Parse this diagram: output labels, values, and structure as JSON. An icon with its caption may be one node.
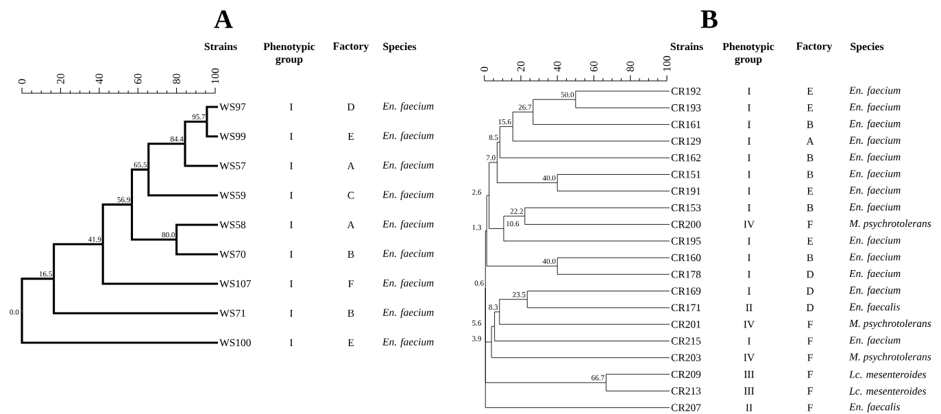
{
  "diagram": {
    "nodes": [
      {
        "text": [
          "WS97"
        ]
      },
      {
        "text": [
          "WS99"
        ]
      },
      {
        "text": [
          "WS57"
        ]
      },
      {
        "text": [
          "WS59"
        ]
      },
      {
        "text": [
          "WS58"
        ]
      },
      {
        "text": [
          "WS70"
        ]
      },
      {
        "text": [
          "WS107"
        ]
      },
      {
        "text": [
          "WS71"
        ]
      },
      {
        "text": [
          "WS100"
        ]
      },
      {
        "text": [
          "95.7"
        ]
      },
      {
        "text": [
          "84.4"
        ]
      },
      {
        "text": [
          "65.5"
        ]
      },
      {
        "text": [
          "80.0"
        ]
      },
      {
        "text": [
          "56.9"
        ]
      },
      {
        "text": [
          "41.9"
        ]
      },
      {
        "text": [
          "16.5"
        ]
      },
      {
        "text": [
          "0.0"
        ]
      },
      {
        "text": [
          "CR192"
        ]
      },
      {
        "text": [
          "CR193"
        ]
      },
      {
        "text": [
          "CR161"
        ]
      },
      {
        "text": [
          "CR129"
        ]
      },
      {
        "text": [
          "CR162"
        ]
      },
      {
        "text": [
          "CR151"
        ]
      },
      {
        "text": [
          "CR191"
        ]
      },
      {
        "text": [
          "CR153"
        ]
      },
      {
        "text": [
          "CR200"
        ]
      },
      {
        "text": [
          "CR195"
        ]
      },
      {
        "text": [
          "CR160"
        ]
      },
      {
        "text": [
          "CR178"
        ]
      },
      {
        "text": [
          "CR169"
        ]
      },
      {
        "text": [
          "CR171"
        ]
      },
      {
        "text": [
          "CR201"
        ]
      },
      {
        "text": [
          "CR215"
        ]
      },
      {
        "text": [
          "CR203"
        ]
      },
      {
        "text": [
          "CR209"
        ]
      },
      {
        "text": [
          "CR213"
        ]
      },
      {
        "text": [
          "CR207"
        ]
      },
      {
        "text": [
          "50.0"
        ]
      },
      {
        "text": [
          "26.7"
        ]
      },
      {
        "text": [
          "15.6"
        ]
      },
      {
        "text": [
          "8.5"
        ]
      },
      {
        "text": [
          "40.0"
        ]
      },
      {
        "text": [
          "7.0"
        ]
      },
      {
        "text": [
          "22.2"
        ]
      },
      {
        "text": [
          "10.6"
        ]
      },
      {
        "text": [
          "2.6"
        ]
      },
      {
        "text": [
          "40.0"
        ]
      },
      {
        "text": [
          "1.3"
        ]
      },
      {
        "text": [
          "23.5"
        ]
      },
      {
        "text": [
          "8.3"
        ]
      },
      {
        "text": [
          "5.6"
        ]
      },
      {
        "text": [
          "3.9"
        ]
      },
      {
        "text": [
          "66.7"
        ]
      },
      {
        "text": [
          "0.6"
        ]
      }
    ],
    "edges": [
      {
        "from": 9,
        "to": 0,
        "arrow": "none",
        "style": "thick"
      },
      {
        "from": 9,
        "to": 1,
        "arrow": "none",
        "style": "thick"
      },
      {
        "from": 10,
        "to": 9,
        "arrow": "none",
        "style": "thick"
      },
      {
        "from": 10,
        "to": 2,
        "arrow": "none",
        "style": "thick"
      },
      {
        "from": 11,
        "to": 10,
        "arrow": "none",
        "style": "thick"
      },
      {
        "from": 11,
        "to": 3,
        "arrow": "none",
        "style": "thick"
      },
      {
        "from": 12,
        "to": 4,
        "arrow": "none",
        "style": "thick"
      },
      {
        "from": 12,
        "to": 5,
        "arrow": "none",
        "style": "thick"
      },
      {
        "from": 13,
        "to": 11,
        "arrow": "none",
        "style": "thick"
      },
      {
        "from": 13,
        "to": 12,
        "arrow": "none",
        "style": "thick"
      },
      {
        "from": 14,
        "to": 13,
        "arrow": "none",
        "style": "thick"
      },
      {
        "from": 14,
        "to": 6,
        "arrow": "none",
        "style": "thick"
      },
      {
        "from": 15,
        "to": 14,
        "arrow": "none",
        "style": "thick"
      },
      {
        "from": 15,
        "to": 7,
        "arrow": "none",
        "style": "thick"
      },
      {
        "from": 16,
        "to": 15,
        "arrow": "none",
        "style": "thick"
      },
      {
        "from": 16,
        "to": 8,
        "arrow": "none",
        "style": "thick"
      },
      {
        "from": 37,
        "to": 17,
        "arrow": "none"
      },
      {
        "from": 37,
        "to": 18,
        "arrow": "none"
      },
      {
        "from": 38,
        "to": 37,
        "arrow": "none"
      },
      {
        "from": 38,
        "to": 19,
        "arrow": "none"
      },
      {
        "from": 39,
        "to": 38,
        "arrow": "none"
      },
      {
        "from": 39,
        "to": 20,
        "arrow": "none"
      },
      {
        "from": 40,
        "to": 39,
        "arrow": "none"
      },
      {
        "from": 40,
        "to": 21,
        "arrow": "none"
      },
      {
        "from": 41,
        "to": 22,
        "arrow": "none"
      },
      {
        "from": 41,
        "to": 23,
        "arrow": "none"
      },
      {
        "from": 42,
        "to": 40,
        "arrow": "none"
      },
      {
        "from": 42,
        "to": 41,
        "arrow": "none"
      },
      {
        "from": 43,
        "to": 24,
        "arrow": "none"
      },
      {
        "from": 43,
        "to": 25,
        "arrow": "none"
      },
      {
        "from": 44,
        "to": 43,
        "arrow": "none"
      },
      {
        "from": 44,
        "to": 26,
        "arrow": "none"
      },
      {
        "from": 45,
        "to": 42,
        "arrow": "none"
      },
      {
        "from": 45,
        "to": 44,
        "arrow": "none"
      },
      {
        "from": 46,
        "to": 27,
        "arrow": "none"
      },
      {
        "from": 46,
        "to": 28,
        "arrow": "none"
      },
      {
        "from": 47,
        "to": 45,
        "arrow": "none"
      },
      {
        "from": 47,
        "to": 46,
        "arrow": "none"
      },
      {
        "from": 48,
        "to": 29,
        "arrow": "none"
      },
      {
        "from": 48,
        "to": 30,
        "arrow": "none"
      },
      {
        "from": 49,
        "to": 48,
        "arrow": "none"
      },
      {
        "from": 49,
        "to": 31,
        "arrow": "none"
      },
      {
        "from": 50,
        "to": 49,
        "arrow": "none"
      },
      {
        "from": 50,
        "to": 32,
        "arrow": "none"
      },
      {
        "from": 51,
        "to": 50,
        "arrow": "none"
      },
      {
        "from": 51,
        "to": 33,
        "arrow": "none"
      },
      {
        "from": 52,
        "to": 34,
        "arrow": "none"
      },
      {
        "from": 52,
        "to": 35,
        "arrow": "none"
      },
      {
        "from": 53,
        "to": 47,
        "arrow": "none"
      },
      {
        "from": 53,
        "to": 51,
        "arrow": "none"
      },
      {
        "from": 53,
        "to": 52,
        "arrow": "none"
      },
      {
        "from": 53,
        "to": 36,
        "arrow": "none"
      }
    ],
    "labels": [
      "A",
      "Strains",
      "Phenotypic group",
      "Factory",
      "Species",
      "0",
      "20",
      "40",
      "60",
      "80",
      "100",
      "I",
      "D",
      "En. faecium",
      "I",
      "E",
      "En. faecium",
      "I",
      "A",
      "En. faecium",
      "I",
      "C",
      "En. faecium",
      "I",
      "A",
      "En. faecium",
      "I",
      "B",
      "En. faecium",
      "I",
      "F",
      "En. faecium",
      "I",
      "B",
      "En. faecium",
      "I",
      "E",
      "En. faecium",
      "B",
      "Strains",
      "Phenotypic group",
      "Factory",
      "Species",
      "0",
      "20",
      "40",
      "60",
      "80",
      "100",
      "I",
      "E",
      "En. faecium",
      "I",
      "E",
      "En. faecium",
      "I",
      "B",
      "En. faecium",
      "I",
      "A",
      "En. faecium",
      "I",
      "B",
      "En. faecium",
      "I",
      "B",
      "En. faecium",
      "I",
      "E",
      "En. faecium",
      "I",
      "B",
      "En. faecium",
      "IV",
      "F",
      "M. psychrotolerans",
      "I",
      "E",
      "En. faecium",
      "I",
      "B",
      "En. faecium",
      "I",
      "D",
      "En. faecium",
      "I",
      "D",
      "En. faecium",
      "II",
      "D",
      "En. faecalis",
      "IV",
      "F",
      "M. psychrotolerans",
      "I",
      "F",
      "En. faecium",
      "IV",
      "F",
      "M. psychrotolerans",
      "III",
      "F",
      "Lc. mesenteroides",
      "III",
      "F",
      "Lc. mesenteroides",
      "II",
      "F",
      "En. faecalis"
    ]
  }
}
